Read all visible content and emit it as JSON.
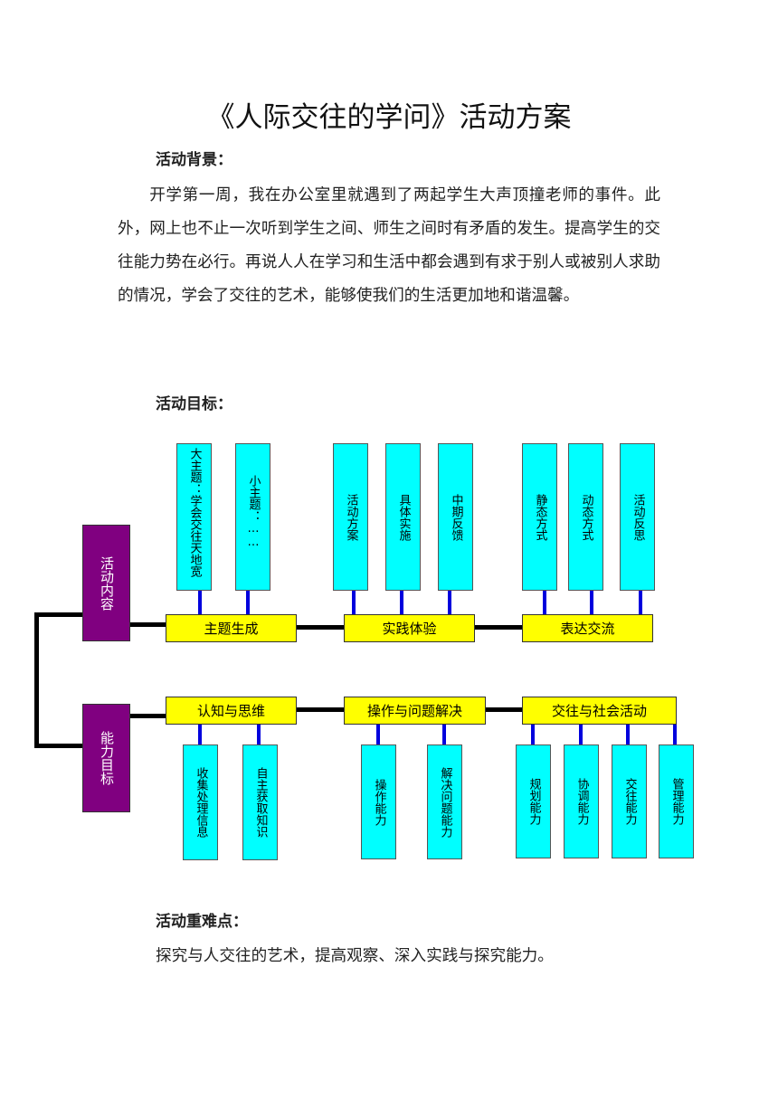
{
  "document": {
    "title": "《人际交往的学问》活动方案",
    "background_heading": "活动背景：",
    "background_text": "开学第一周，我在办公室里就遇到了两起学生大声顶撞老师的事件。此外，网上也不止一次听到学生之间、师生之间时有矛盾的发生。提高学生的交往能力势在必行。再说人人在学习和生活中都会遇到有求于别人或被别人求助的情况，学会了交往的艺术，能够使我们的生活更加地和谐温馨。",
    "goal_heading": "活动目标：",
    "key_heading": "活动重难点：",
    "key_text": "探究与人交往的艺术，提高观察、深入实践与探究能力。"
  },
  "diagram": {
    "colors": {
      "category": "#800080",
      "stage": "#ffff00",
      "leaf": "#00ffff",
      "connector": "#0000dd"
    },
    "content": {
      "label": "活动内容",
      "stages": [
        {
          "label": "主题生成",
          "items": [
            "大主题：学会交往天地宽",
            "小主题：……"
          ]
        },
        {
          "label": "实践体验",
          "items": [
            "活动方案",
            "具体实施",
            "中期反馈"
          ]
        },
        {
          "label": "表达交流",
          "items": [
            "静态方式",
            "动态方式",
            "活动反思"
          ]
        }
      ]
    },
    "ability": {
      "label": "能力目标",
      "stages": [
        {
          "label": "认知与思维",
          "items": [
            "收集处理信息",
            "自主获取知识"
          ]
        },
        {
          "label": "操作与问题解决",
          "items": [
            "操作能力",
            "解决问题能力"
          ]
        },
        {
          "label": "交往与社会活动",
          "items": [
            "规划能力",
            "协调能力",
            "交往能力",
            "管理能力"
          ]
        }
      ]
    }
  }
}
